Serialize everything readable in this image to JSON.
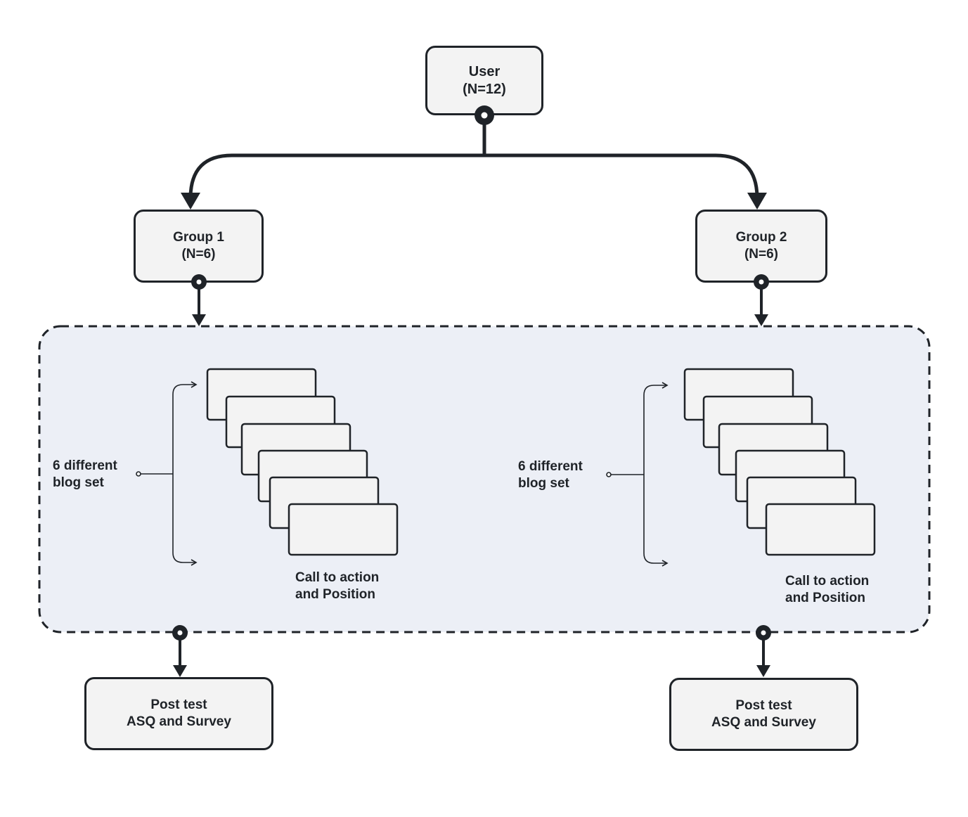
{
  "diagram": {
    "colors": {
      "stroke": "#1f2328",
      "node_fill": "#f3f3f3",
      "region_fill": "#eceff6"
    },
    "root": {
      "line1": "User",
      "line2": "(N=12)"
    },
    "group1": {
      "line1": "Group 1",
      "line2": "(N=6)"
    },
    "group2": {
      "line1": "Group 2",
      "line2": "(N=6)"
    },
    "left_panel": {
      "label_line1": "6 different",
      "label_line2": "blog set",
      "caption_line1": "Call to action",
      "caption_line2": "and Position"
    },
    "right_panel": {
      "label_line1": "6 different",
      "label_line2": "blog set",
      "caption_line1": "Call to action",
      "caption_line2": "and Position"
    },
    "post_left": {
      "line1": "Post test",
      "line2": "ASQ and Survey"
    },
    "post_right": {
      "line1": "Post test",
      "line2": "ASQ and Survey"
    }
  }
}
